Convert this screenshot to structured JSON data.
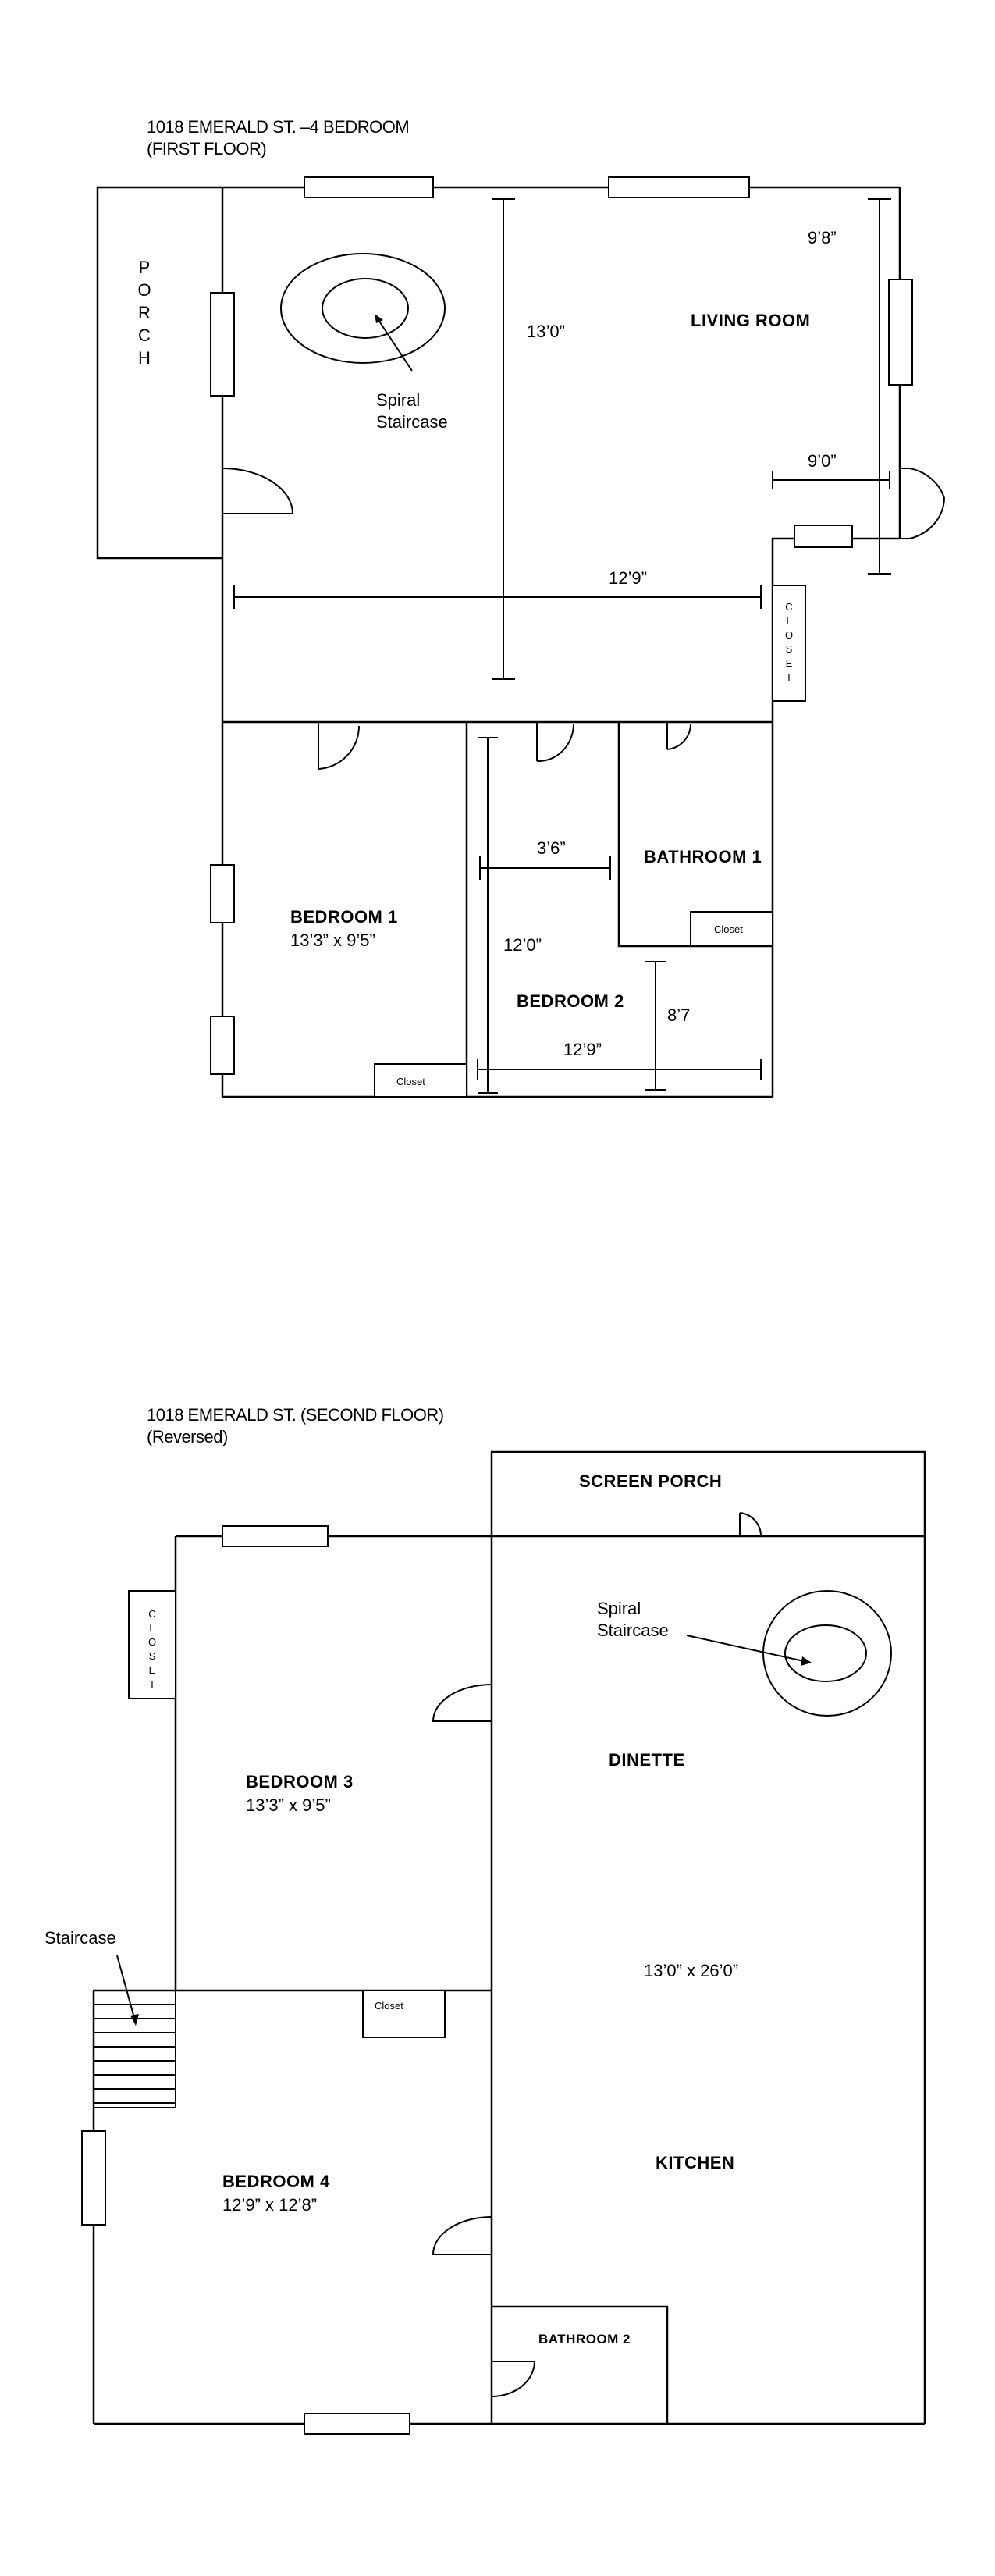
{
  "first_floor": {
    "title_line1": "1018 EMERALD ST. –4 BEDROOM",
    "title_line2": "(FIRST FLOOR)",
    "porch_letters": [
      "P",
      "O",
      "R",
      "C",
      "H"
    ],
    "spiral_label_1": "Spiral",
    "spiral_label_2": "Staircase",
    "living_room_label": "LIVING ROOM",
    "dim_13_0": "13’0”",
    "dim_9_8": "9’8”",
    "dim_9_0": "9’0”",
    "dim_12_9": "12’9”",
    "closet_letters": [
      "C",
      "L",
      "O",
      "S",
      "E",
      "T"
    ],
    "bedroom1_label": "BEDROOM 1",
    "bedroom1_size": "13’3” x 9’5”",
    "closet_small": "Closet",
    "dim_3_6": "3’6”",
    "dim_12_0": "12’0”",
    "bathroom1_label": "BATHROOM 1",
    "bath_closet": "Closet",
    "bedroom2_label": "BEDROOM 2",
    "dim_8_7": "8’7",
    "dim_12_9_b": "12’9”"
  },
  "second_floor": {
    "title_line1": "1018 EMERALD ST. (SECOND FLOOR)",
    "title_line2": "(Reversed)",
    "screen_porch_label": "SCREEN PORCH",
    "closet_letters": [
      "C",
      "L",
      "O",
      "S",
      "E",
      "T"
    ],
    "spiral_label_1": "Spiral",
    "spiral_label_2": "Staircase",
    "dinette_label": "DINETTE",
    "bedroom3_label": "BEDROOM 3",
    "bedroom3_size": "13’3” x 9’5”",
    "staircase_label": "Staircase",
    "closet_small": "Closet",
    "kitchen_size": "13’0” x 26’0”",
    "kitchen_label": "KITCHEN",
    "bedroom4_label": "BEDROOM 4",
    "bedroom4_size": "12’9” x 12’8”",
    "bathroom2_label": "BATHROOM 2"
  }
}
